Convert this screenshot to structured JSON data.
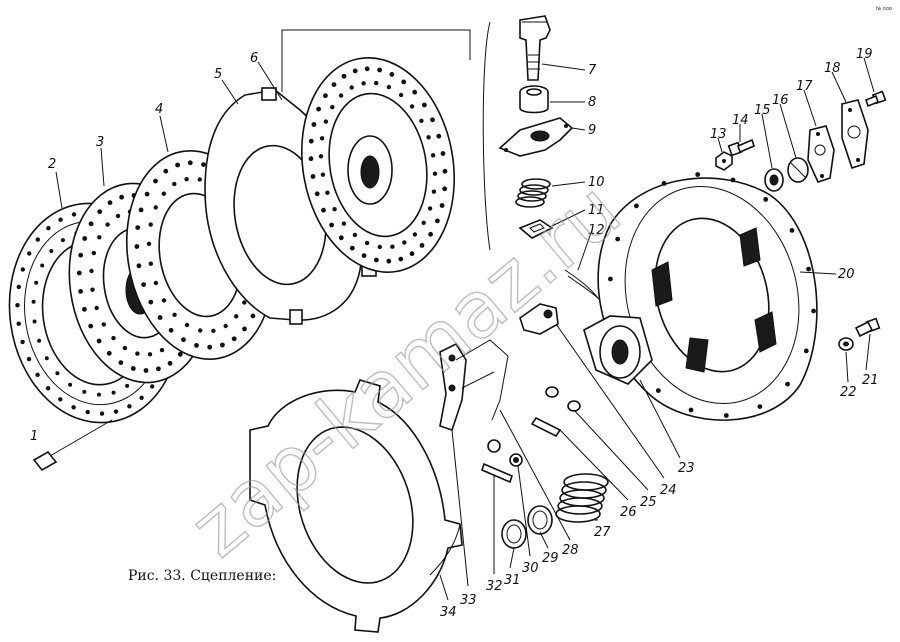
{
  "caption": "Рис. 33. Сцепление:",
  "watermark": "zap-kamaz.ru",
  "corner_mark": "№ ooo",
  "part_labels": [
    "1",
    "2",
    "3",
    "4",
    "5",
    "6",
    "7",
    "8",
    "9",
    "10",
    "11",
    "12",
    "13",
    "14",
    "15",
    "16",
    "17",
    "18",
    "19",
    "20",
    "21",
    "22",
    "23",
    "24",
    "25",
    "26",
    "27",
    "28",
    "29",
    "30",
    "31",
    "32",
    "33",
    "34"
  ]
}
